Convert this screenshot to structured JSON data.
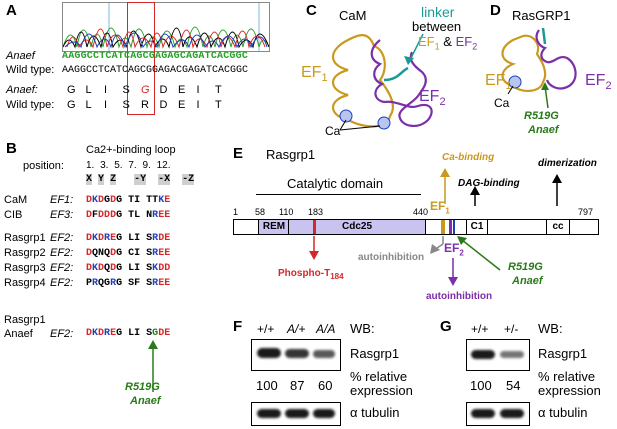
{
  "panels": {
    "A": "A",
    "B": "B",
    "C": "C",
    "D": "D",
    "E": "E",
    "F": "F",
    "G": "G"
  },
  "panelA": {
    "anaef_label": "Anaef",
    "wt_label": "Wild type:",
    "anaef_seq": "AAGGCCTCATCAGCGAGAGCAGATCACGGC",
    "wt_seq": "AAGGCCTCATCAGCGGAGACGAGATCACGGC",
    "aa_anaef_label": "Anaef:",
    "aa_wt_label": "Wild type:",
    "aa_anaef": [
      "G",
      "L",
      "I",
      "S",
      "G",
      "D",
      "E",
      "I",
      "T"
    ],
    "aa_wt": [
      "G",
      "L",
      "I",
      "S",
      "R",
      "D",
      "E",
      "I",
      "T"
    ],
    "colors": {
      "A": "#2aa02a",
      "C": "#1f3fbf",
      "G": "#000000",
      "T": "#d62728",
      "box": "#d62728"
    }
  },
  "panelB": {
    "loop_title": "Ca2+-binding loop",
    "position_label": "position:",
    "positions": "1. 3. 5.  7.  9.  12.",
    "motif": [
      "X",
      "Y",
      "Z",
      "-Y",
      "-X",
      "-Z"
    ],
    "rows": [
      {
        "name": "CaM",
        "ef": "EF1:",
        "seq": "DKDGDG TI TTKE"
      },
      {
        "name": "CIB",
        "ef": "EF3:",
        "seq": "DFDDDG TL NREE"
      },
      {
        "name": "Rasgrp1",
        "ef": "EF2:",
        "seq": "DKDREG LI SRDE"
      },
      {
        "name": "Rasgrp2",
        "ef": "EF2:",
        "seq": "DQNQDG CI SREE"
      },
      {
        "name": "Rasgrp3",
        "ef": "EF2:",
        "seq": "DKDQDG LI SKDD"
      },
      {
        "name": "Rasgrp4",
        "ef": "EF2:",
        "seq": "PRQGRG SF SREE"
      }
    ],
    "anaef_name": "Rasgrp1",
    "anaef_name2": "Anaef",
    "anaef_ef": "EF2:",
    "anaef_seq": "DKDREG LI SGDE",
    "mutation": "R519G",
    "mutation2": "Anaef"
  },
  "panelC": {
    "title": "CaM",
    "linker": "linker",
    "between": "between",
    "ef1": "EF",
    "ef2": "EF",
    "sub1": "1",
    "sub2": "2",
    "amp": "&",
    "ef1_label": "EF",
    "ef2_label": "EF",
    "ca": "Ca"
  },
  "panelD": {
    "title": "RasGRP1",
    "ef1_label": "EF",
    "ef2_label": "EF",
    "ca": "Ca",
    "mutation": "R519G",
    "mutation2": "Anaef"
  },
  "panelE": {
    "title": "Rasgrp1",
    "catalytic": "Catalytic domain",
    "ca_binding": "Ca-binding",
    "ef1": "EF",
    "dag": "DAG-binding",
    "dimerization": "dimerization",
    "ticks": [
      "1",
      "58",
      "110",
      "183",
      "440",
      "797"
    ],
    "rem": "REM",
    "cdc25": "Cdc25",
    "c1": "C1",
    "cc": "cc",
    "phospho": "Phospho-T",
    "phospho_sub": "184",
    "autoinhibition1": "autoinhibition",
    "ef2": "EF",
    "autoinhibition2": "autoinhibition",
    "mutation": "R519G",
    "mutation2": "Anaef"
  },
  "panelF": {
    "genotypes": [
      "+/+",
      "A/+",
      "A/A"
    ],
    "wb": "WB:",
    "protein": "Rasgrp1",
    "values": [
      "100",
      "87",
      "60"
    ],
    "rel1": "% relative",
    "rel2": "expression",
    "tubulin": "α tubulin"
  },
  "panelG": {
    "genotypes": [
      "+/+",
      "+/-"
    ],
    "wb": "WB:",
    "protein": "Rasgrp1",
    "values": [
      "100",
      "54"
    ],
    "rel1": "% relative",
    "rel2": "expression",
    "tubulin": "α tubulin"
  },
  "colors": {
    "gold": "#c99a1e",
    "purple": "#7b2fa8",
    "teal": "#1a9a96",
    "green": "#2a7a1a",
    "red": "#d62728",
    "blue": "#1f3fbf",
    "lavender": "#c9c3ef"
  }
}
